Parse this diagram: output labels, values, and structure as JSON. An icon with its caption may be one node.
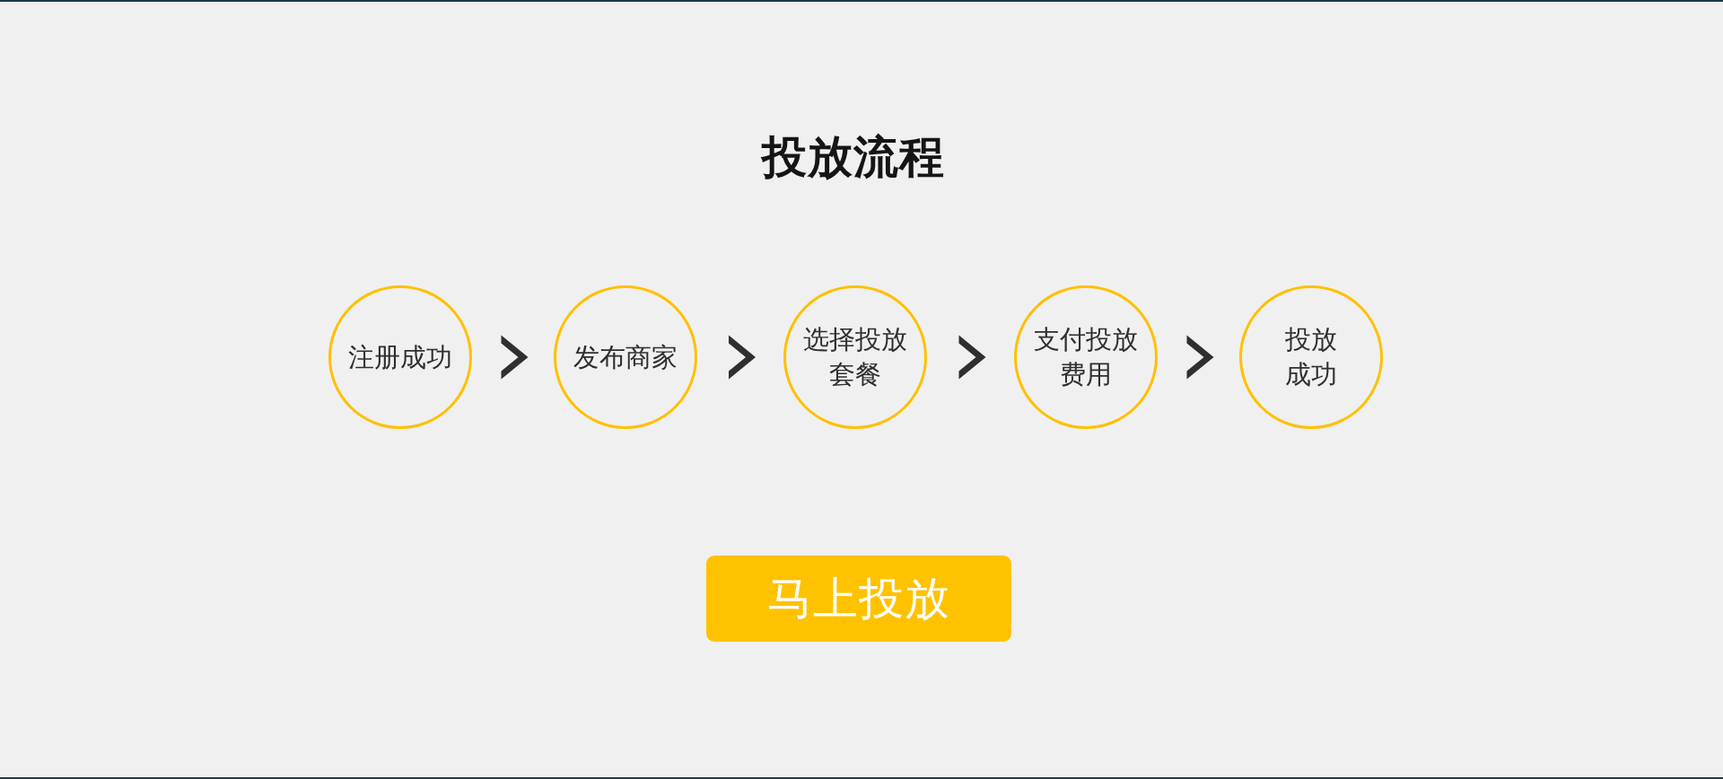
{
  "diagram": {
    "title": "投放流程",
    "nodes": [
      {
        "text": [
          "注册成功"
        ]
      },
      {
        "text": [
          "发布商家"
        ]
      },
      {
        "text": [
          "选择投放套餐"
        ]
      },
      {
        "text": [
          "支付投放费用"
        ]
      },
      {
        "text": [
          "投放成功"
        ]
      },
      {
        "text": [
          "马上投放"
        ]
      }
    ],
    "edges": [
      {
        "from": 0,
        "to": 1,
        "arrow": "to"
      },
      {
        "from": 1,
        "to": 2,
        "arrow": "to"
      },
      {
        "from": 2,
        "to": 3,
        "arrow": "to"
      },
      {
        "from": 3,
        "to": 4,
        "arrow": "to"
      }
    ]
  }
}
